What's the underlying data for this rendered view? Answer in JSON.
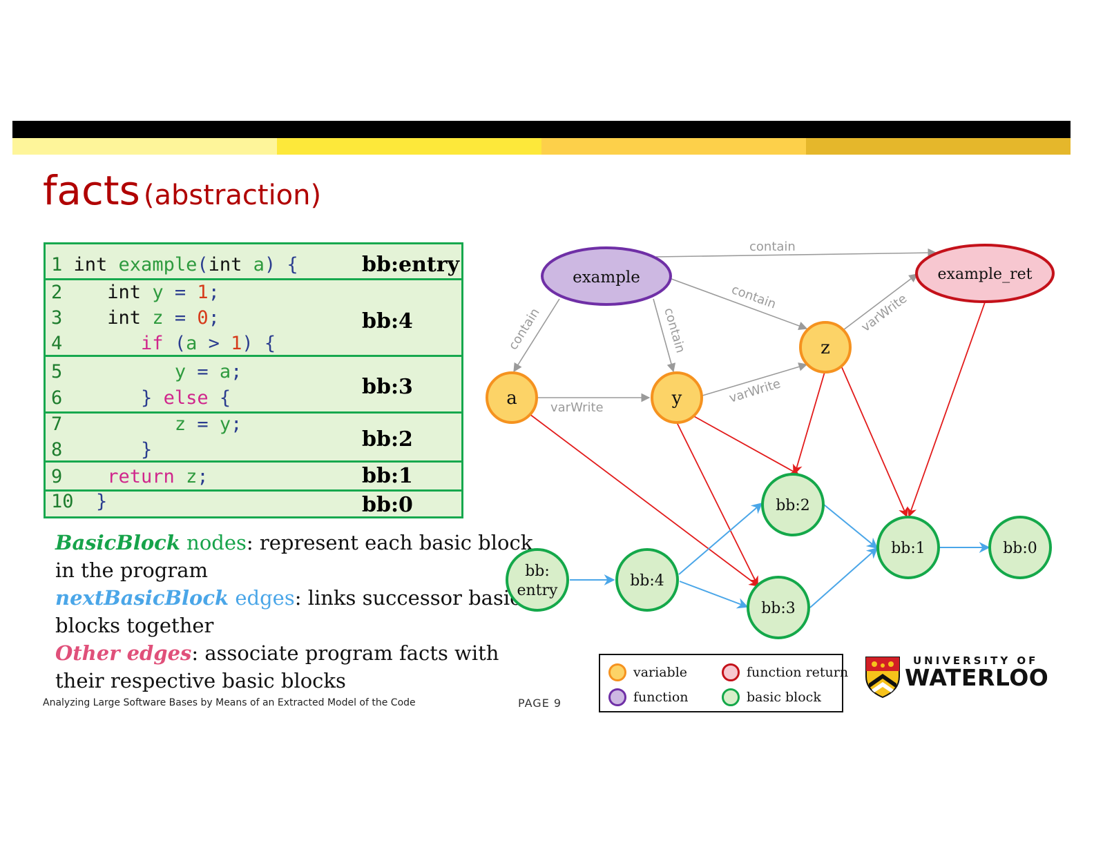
{
  "slide": {
    "title_main": "facts",
    "title_sub": "(abstraction)",
    "footer_text": "Analyzing Large Software Bases by Means of an Extracted Model of the Code",
    "page_label": "PAGE  9"
  },
  "header_colors": [
    "#000000",
    "#fef59a",
    "#fde83a",
    "#fdd04a",
    "#e5b72b"
  ],
  "code": {
    "lines": [
      {
        "n": "1",
        "tokens": [
          {
            "t": "int ",
            "c": "kw"
          },
          {
            "t": "example",
            "c": "fn"
          },
          {
            "t": "(",
            "c": "pu"
          },
          {
            "t": "int ",
            "c": "kw"
          },
          {
            "t": "a",
            "c": "gr"
          },
          {
            "t": ") {",
            "c": "pu"
          }
        ]
      },
      {
        "n": "2",
        "tokens": [
          {
            "t": "   int ",
            "c": "kw"
          },
          {
            "t": "y",
            "c": "gr"
          },
          {
            "t": " = ",
            "c": "pu"
          },
          {
            "t": "1",
            "c": "nu"
          },
          {
            "t": ";",
            "c": "pu"
          }
        ]
      },
      {
        "n": "3",
        "tokens": [
          {
            "t": "   int ",
            "c": "kw"
          },
          {
            "t": "z",
            "c": "gr"
          },
          {
            "t": " = ",
            "c": "pu"
          },
          {
            "t": "0",
            "c": "nu"
          },
          {
            "t": ";",
            "c": "pu"
          }
        ]
      },
      {
        "n": "4",
        "tokens": [
          {
            "t": "      if",
            "c": "pk"
          },
          {
            "t": " (",
            "c": "pu"
          },
          {
            "t": "a",
            "c": "gr"
          },
          {
            "t": " > ",
            "c": "pu"
          },
          {
            "t": "1",
            "c": "nu"
          },
          {
            "t": ") {",
            "c": "pu"
          }
        ]
      },
      {
        "n": "5",
        "tokens": [
          {
            "t": "         y",
            "c": "gr"
          },
          {
            "t": " = ",
            "c": "pu"
          },
          {
            "t": "a",
            "c": "gr"
          },
          {
            "t": ";",
            "c": "pu"
          }
        ]
      },
      {
        "n": "6",
        "tokens": [
          {
            "t": "      } ",
            "c": "pu"
          },
          {
            "t": "else",
            "c": "pk"
          },
          {
            "t": " {",
            "c": "pu"
          }
        ]
      },
      {
        "n": "7",
        "tokens": [
          {
            "t": "         z",
            "c": "gr"
          },
          {
            "t": " = ",
            "c": "pu"
          },
          {
            "t": "y",
            "c": "gr"
          },
          {
            "t": ";",
            "c": "pu"
          }
        ]
      },
      {
        "n": "8",
        "tokens": [
          {
            "t": "      }",
            "c": "pu"
          }
        ]
      },
      {
        "n": "9",
        "tokens": [
          {
            "t": "   return",
            "c": "pk"
          },
          {
            "t": " z",
            "c": "gr"
          },
          {
            "t": ";",
            "c": "pu"
          }
        ]
      },
      {
        "n": "10",
        "tokens": [
          {
            "t": " }",
            "c": "pu"
          }
        ]
      }
    ],
    "blocks": [
      "bb:entry",
      "bb:4",
      "bb:3",
      "bb:2",
      "bb:1",
      "bb:0"
    ]
  },
  "description": {
    "item1_term": "BasicBlock",
    "item1_word": " nodes",
    "item1_rest": ": represent each basic block in the program",
    "item2_term": "nextBasicBlock",
    "item2_word": " edges",
    "item2_rest": ": links successor basic blocks together",
    "item3_term": "Other edges",
    "item3_rest": ": associate program facts with their respective basic blocks"
  },
  "graph": {
    "nodes": {
      "example": "example",
      "example_ret": "example_ret",
      "a": "a",
      "y": "y",
      "z": "z",
      "bb2": "bb:2",
      "bb1": "bb:1",
      "bb0": "bb:0",
      "bb4": "bb:4",
      "bb3": "bb:3",
      "bbentry_1": "bb:",
      "bbentry_2": "entry"
    },
    "edge_labels": {
      "contain_top": "contain",
      "contain_mid": "contain",
      "contain_a": "contain",
      "contain_y": "contain",
      "varwrite_ay": "varWrite",
      "varwrite_yz": "varWrite",
      "varwrite_zret": "varWrite"
    },
    "colors": {
      "variable_fill": "#fcd367",
      "variable_stroke": "#f5921f",
      "function_fill": "#cdb8e2",
      "function_stroke": "#6f2fa6",
      "return_fill": "#f7c7d0",
      "return_stroke": "#c4111a",
      "block_fill": "#d8eec9",
      "block_stroke": "#14a84a",
      "contain_edge": "#9a9a9a",
      "fact_edge": "#e21b1b",
      "next_edge": "#4aa6e8"
    }
  },
  "legend": {
    "variable": "variable",
    "function": "function",
    "function_return": "function return",
    "basic_block": "basic block",
    "variable_color": "#fcd367",
    "function_color": "#cdb8e2",
    "return_color": "#f7c7d0",
    "block_color": "#d8eec9"
  },
  "logo": {
    "line1": "UNIVERSITY OF",
    "line2": "WATERLOO"
  }
}
